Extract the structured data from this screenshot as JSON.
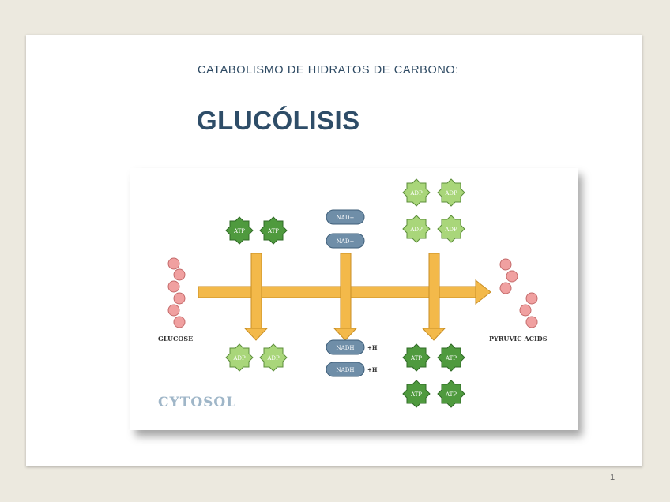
{
  "slide": {
    "subtitle": "CATABOLISMO DE HIDRATOS DE CARBONO:",
    "title": "GLUCÓLISIS",
    "page_number": "1"
  },
  "diagram": {
    "region_label": "CYTOSOL",
    "start_label": "GLUCOSE",
    "end_label": "PYRUVIC ACIDS",
    "step1": {
      "inputs": [
        "ATP",
        "ATP"
      ],
      "outputs": [
        "ADP",
        "ADP"
      ]
    },
    "step2": {
      "inputs": [
        "NAD+",
        "NAD+"
      ],
      "outputs": [
        "NADH",
        "NADH"
      ],
      "output_suffix": "+H"
    },
    "step3": {
      "inputs": [
        "ADP",
        "ADP",
        "ADP",
        "ADP"
      ],
      "outputs": [
        "ATP",
        "ATP",
        "ATP",
        "ATP"
      ]
    },
    "colors": {
      "arrow": "#f3b94a",
      "arrow_stroke": "#c88e24",
      "atp_fill": "#4f9a3e",
      "adp_fill": "#a9d67a",
      "nad_fill": "#6f8ea8",
      "bead_fill": "#f0a0a0",
      "cytosol_text": "#9fb6c8"
    }
  }
}
